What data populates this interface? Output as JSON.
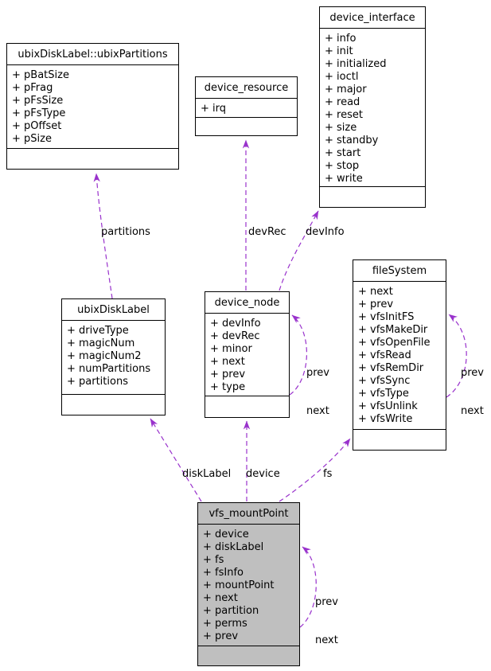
{
  "diagram": {
    "type": "uml-collaboration-diagram",
    "background_color": "#ffffff",
    "node_border_color": "#000000",
    "node_fill_color": "#ffffff",
    "highlight_fill_color": "#bfbfbf",
    "edge_color": "#9932cc"
  },
  "classes": [
    {
      "title": "ubixDiskLabel::ubixPartitions",
      "attributes": [
        "+ pBatSize",
        "+ pFrag",
        "+ pFsSize",
        "+ pFsType",
        "+ pOffset",
        "+ pSize"
      ]
    },
    {
      "title": "device_resource",
      "attributes": [
        "+ irq"
      ]
    },
    {
      "title": "device_interface",
      "attributes": [
        "+ info",
        "+ init",
        "+ initialized",
        "+ ioctl",
        "+ major",
        "+ read",
        "+ reset",
        "+ size",
        "+ standby",
        "+ start",
        "+ stop",
        "+ write"
      ]
    },
    {
      "title": "ubixDiskLabel",
      "attributes": [
        "+ driveType",
        "+ magicNum",
        "+ magicNum2",
        "+ numPartitions",
        "+ partitions"
      ]
    },
    {
      "title": "device_node",
      "attributes": [
        "+ devInfo",
        "+ devRec",
        "+ minor",
        "+ next",
        "+ prev",
        "+ type"
      ]
    },
    {
      "title": "fileSystem",
      "attributes": [
        "+ next",
        "+ prev",
        "+ vfsInitFS",
        "+ vfsMakeDir",
        "+ vfsOpenFile",
        "+ vfsRead",
        "+ vfsRemDir",
        "+ vfsSync",
        "+ vfsType",
        "+ vfsUnlink",
        "+ vfsWrite"
      ]
    },
    {
      "title": "vfs_mountPoint",
      "attributes": [
        "+ device",
        "+ diskLabel",
        "+ fs",
        "+ fsInfo",
        "+ mountPoint",
        "+ next",
        "+ partition",
        "+ perms",
        "+ prev"
      ],
      "highlighted": true
    }
  ],
  "edges": {
    "partitions": {
      "label": "partitions"
    },
    "devRec": {
      "label": "devRec"
    },
    "devInfo": {
      "label": "devInfo"
    },
    "diskLabel": {
      "label": "diskLabel"
    },
    "device": {
      "label": "device"
    },
    "fs": {
      "label": "fs"
    },
    "deviceNodeLoop": {
      "label1": "prev",
      "label2": "next"
    },
    "fileSystemLoop": {
      "label1": "prev",
      "label2": "next"
    },
    "mountPointLoop": {
      "label1": "prev",
      "label2": "next"
    }
  }
}
